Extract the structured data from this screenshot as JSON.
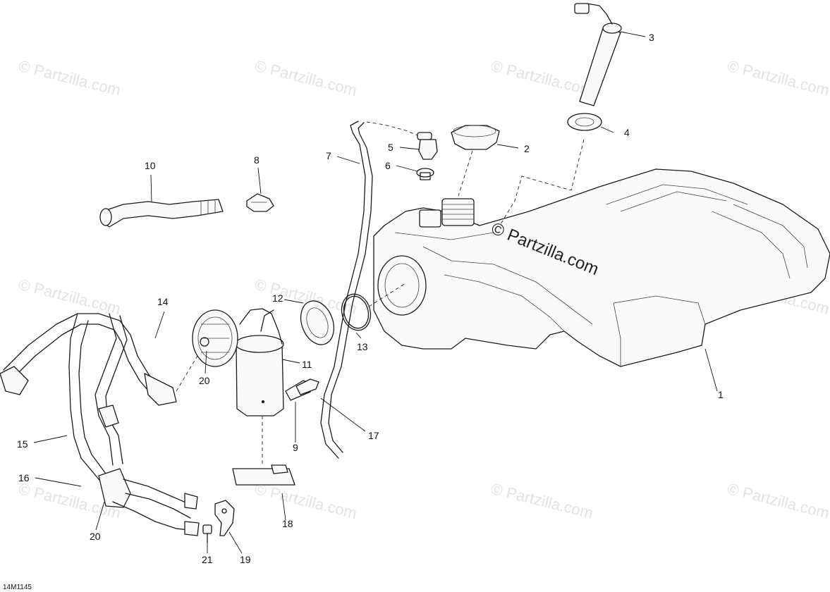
{
  "diagram_code": "14M1145",
  "watermark": {
    "text": "© Partzilla.com",
    "center_text": "© Partzilla.com"
  },
  "callouts": {
    "c1": "1",
    "c2": "2",
    "c3": "3",
    "c4": "4",
    "c5": "5",
    "c6": "6",
    "c7": "7",
    "c8": "8",
    "c9": "9",
    "c10": "10",
    "c11": "11",
    "c12": "12",
    "c13": "13",
    "c14": "14",
    "c15": "15",
    "c16": "16",
    "c17": "17",
    "c18": "18",
    "c19": "19",
    "c20a": "20",
    "c20b": "20",
    "c21": "21"
  }
}
